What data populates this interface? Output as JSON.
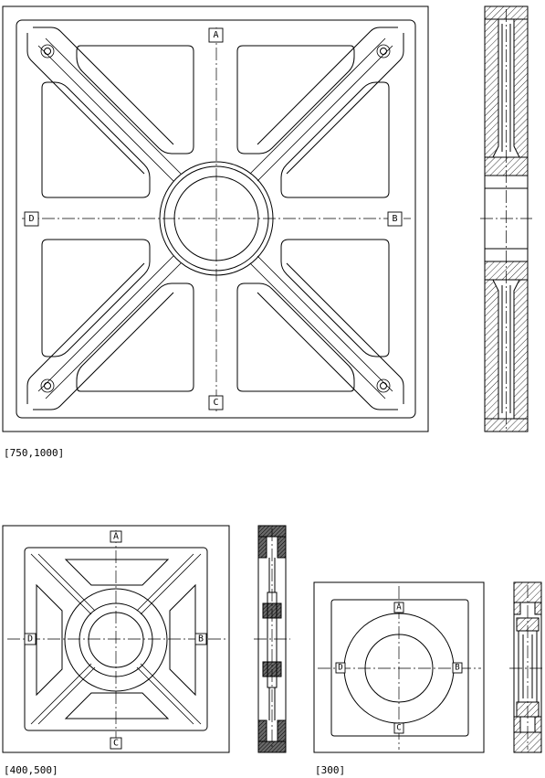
{
  "views": {
    "large": {
      "caption": "[750,1000]",
      "labels": {
        "a": "A",
        "b": "B",
        "c": "C",
        "d": "D"
      }
    },
    "medium": {
      "caption": "[400,500]",
      "labels": {
        "a": "A",
        "b": "B",
        "c": "C",
        "d": "D"
      }
    },
    "small": {
      "caption": "[300]",
      "labels": {
        "a": "A",
        "b": "B",
        "c": "C",
        "d": "D"
      }
    }
  }
}
